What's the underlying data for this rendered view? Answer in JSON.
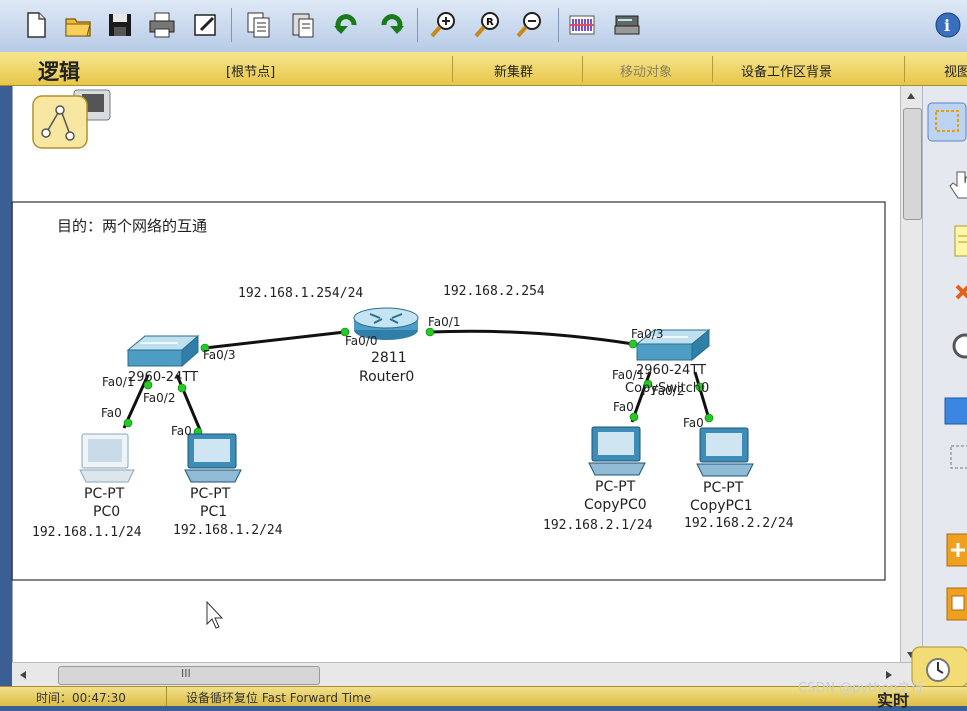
{
  "tabs": {
    "logic": "逻辑",
    "root_node": "[根节点]",
    "new_cluster": "新集群",
    "move_object": "移动对象",
    "workspace_background": "设备工作区背景",
    "viewport": "视图"
  },
  "canvas": {
    "note": "目的：两个网络的互通",
    "router": {
      "model": "2811",
      "name": "Router0"
    },
    "switch_left_name": "2960-24TT",
    "switch_right_name": "2960-24TT",
    "switch_right_name2": "CopySwitch0",
    "left_net": "192.168.1.254/24",
    "right_net": "192.168.2.254",
    "ports": {
      "r_fa00": "Fa0/0",
      "r_fa01": "Fa0/1",
      "sl_fa03": "Fa0/3",
      "sl_fa01": "Fa0/1",
      "sl_fa02": "Fa0/2",
      "sr_fa03": "Fa0/3",
      "sr_fa01": "Fa0/1",
      "sr_fa02": "Fa0/2",
      "pc_fa0": "Fa0"
    },
    "pcs": [
      {
        "type": "PC-PT",
        "name": "PC0",
        "ip": "192.168.1.1/24"
      },
      {
        "type": "PC-PT",
        "name": "PC1",
        "ip": "192.168.1.2/24"
      },
      {
        "type": "PC-PT",
        "name": "CopyPC0",
        "ip": "192.168.2.1/24"
      },
      {
        "type": "PC-PT",
        "name": "CopyPC1",
        "ip": "192.168.2.2/24"
      }
    ]
  },
  "scrollbar": {
    "hthumb_glyph": "III"
  },
  "statusbar": {
    "time_label": "时间：00:47:30",
    "mode_text": "设备循环复位  Fast Forward Time",
    "realtime": "实时"
  },
  "watermark": "CSDN @python之行",
  "colors": {
    "toolbar": "#c9d8ee",
    "tabbar": "#efd66a",
    "link": "#111111",
    "port_up": "#22cc22"
  }
}
